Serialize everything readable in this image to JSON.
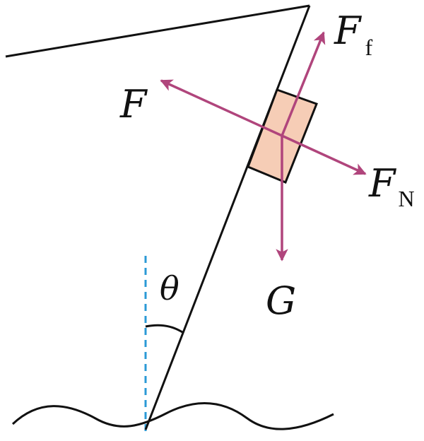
{
  "colors": {
    "line": "#111111",
    "force": "#b0457c",
    "block_fill": "#f6cdb6",
    "vertical_reference": "#2b9ad6"
  },
  "labels": {
    "friction": {
      "symbol": "F",
      "subscript": "f"
    },
    "applied": {
      "symbol": "F"
    },
    "normal": {
      "symbol": "F",
      "subscript": "N"
    },
    "gravity": {
      "symbol": "G"
    },
    "angle": {
      "symbol": "θ"
    }
  }
}
